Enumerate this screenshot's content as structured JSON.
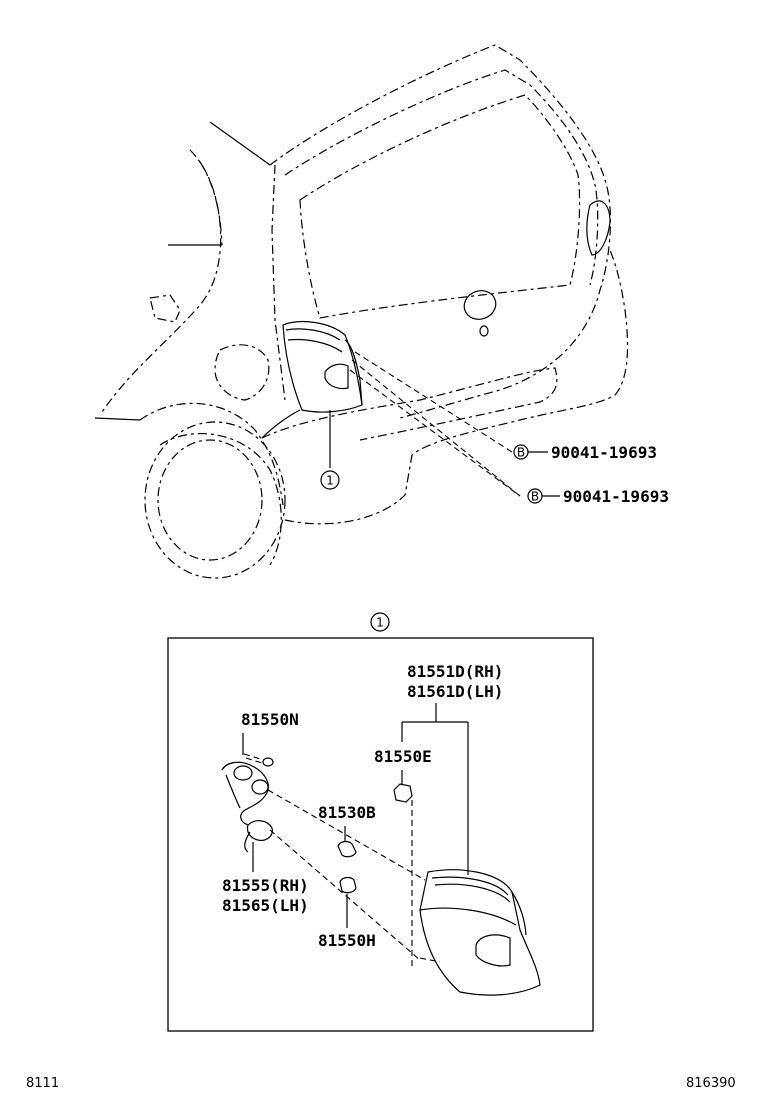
{
  "diagram": {
    "callout_number": "1",
    "bolt_symbol": "B",
    "bolt_part_1": "90041-19693",
    "bolt_part_2": "90041-19693",
    "detail_callout": "1",
    "parts": {
      "lens_rh": "81551D(RH)",
      "lens_lh": "81561D(LH)",
      "bulb_n": "81550N",
      "bulb_e": "81550E",
      "bulb_b": "81530B",
      "socket_rh": "81555(RH)",
      "socket_lh": "81565(LH)",
      "bulb_h": "81550H"
    }
  },
  "footer": {
    "left_code": "8111",
    "right_code": "816390"
  }
}
